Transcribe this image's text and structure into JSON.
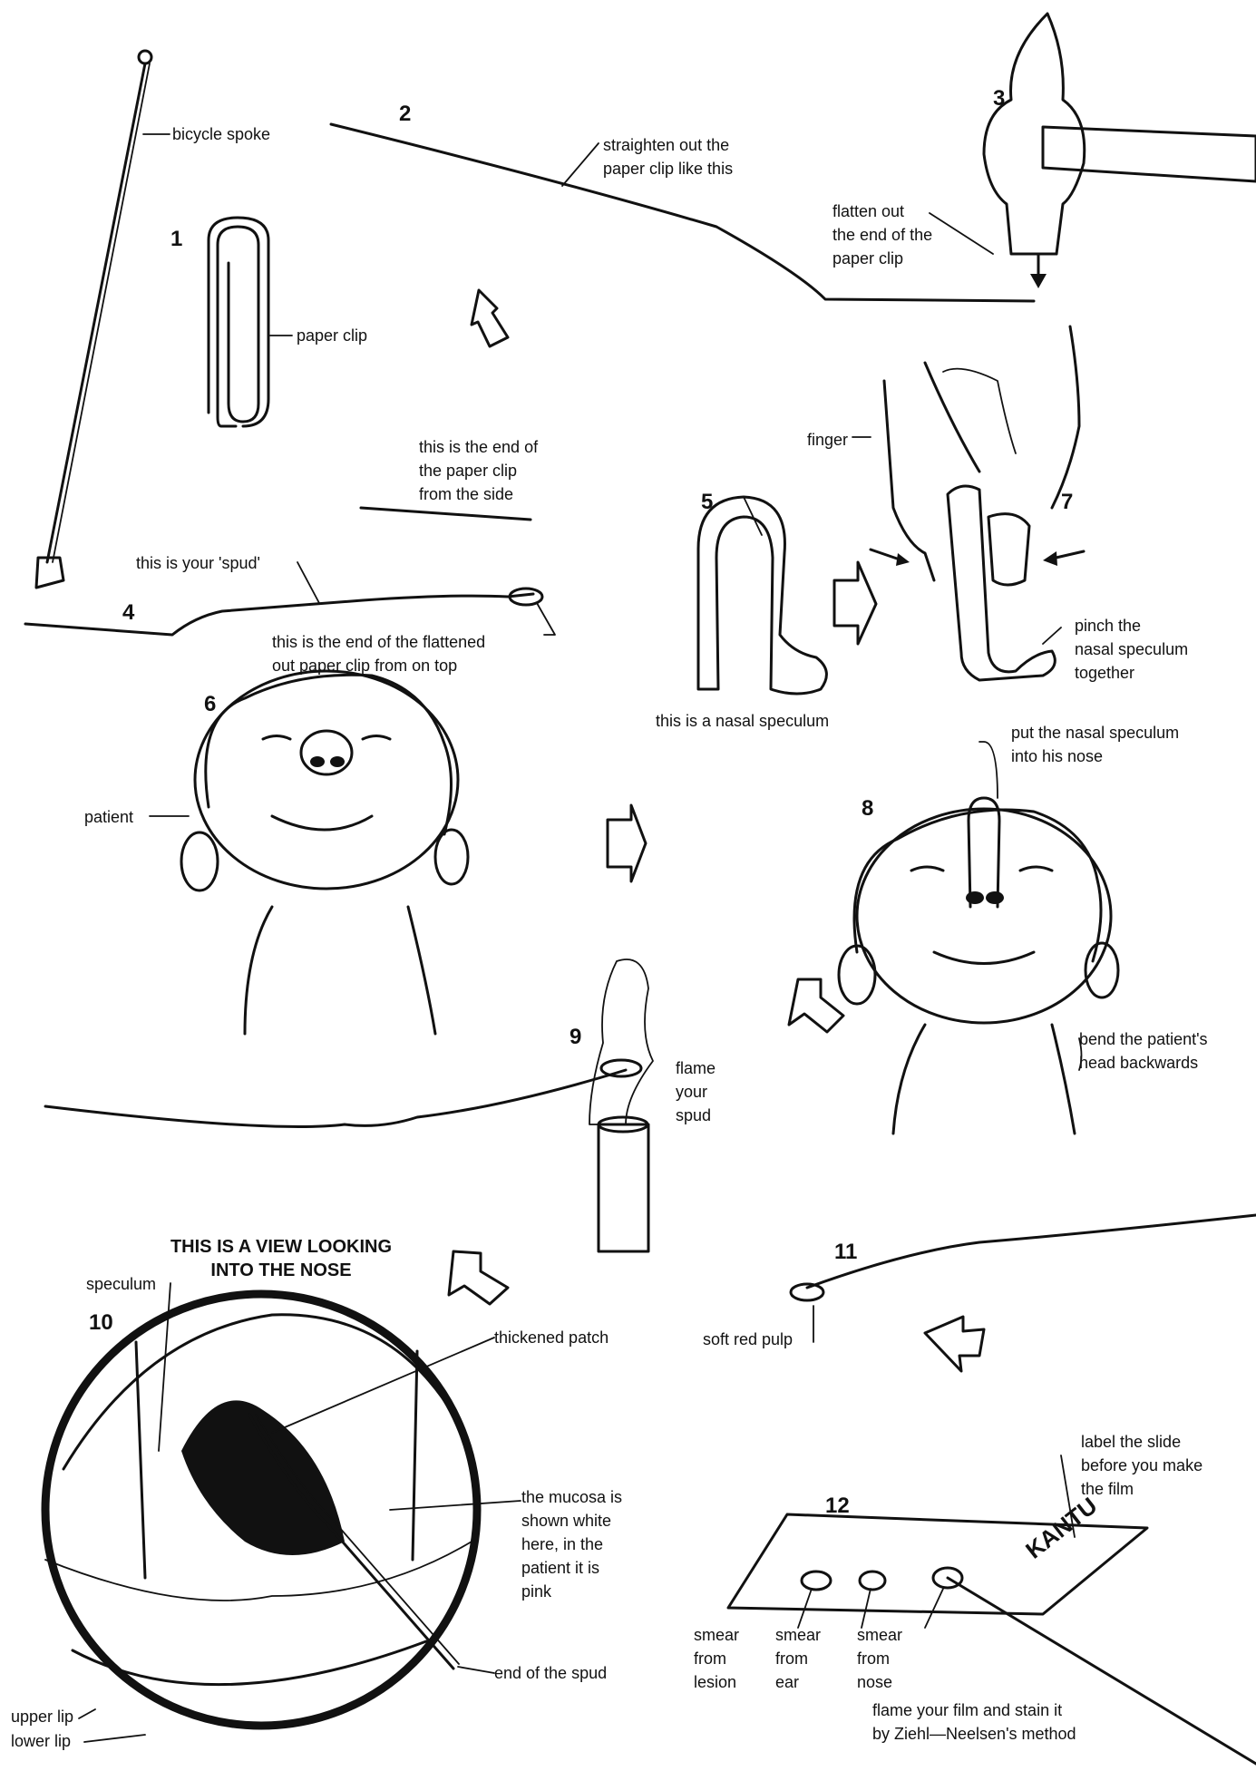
{
  "steps": [
    "1",
    "2",
    "3",
    "4",
    "5",
    "6",
    "7",
    "8",
    "9",
    "10",
    "11",
    "12"
  ],
  "heading": "THIS IS A VIEW LOOKING\nINTO THE NOSE",
  "labels": {
    "bicycle_spoke": "bicycle spoke",
    "straighten": "straighten out the\npaper clip like this",
    "flatten": "flatten out\nthe end of the\npaper clip",
    "paper_clip": "paper clip",
    "end_side": "this is the end of\nthe paper clip\nfrom the side",
    "spud": "this is your 'spud'",
    "end_top": "this is the end of the flattened\nout paper clip from on top",
    "finger": "finger",
    "nasal_speculum": "this is a nasal speculum",
    "pinch": "pinch the\nnasal speculum\ntogether",
    "patient": "patient",
    "put_speculum": "put the nasal speculum\ninto his nose",
    "bend_head": "bend the patient's\nhead backwards",
    "flame_spud": "flame\nyour\nspud",
    "speculum": "speculum",
    "thickened_patch": "thickened patch",
    "mucosa": "the mucosa is\nshown white\nhere, in the\npatient it is\npink",
    "end_spud": "end of the spud",
    "upper_lip": "upper lip",
    "lower_lip": "lower lip",
    "soft_red_pulp": "soft red pulp",
    "label_slide": "label the slide\nbefore you make\nthe film",
    "smear_lesion": "smear\nfrom\nlesion",
    "smear_ear": "smear\nfrom\near",
    "smear_nose": "smear\nfrom\nnose",
    "flame_film": "flame your film and stain it\nby Ziehl—Neelsen's method",
    "slide_name": "KANTU"
  }
}
